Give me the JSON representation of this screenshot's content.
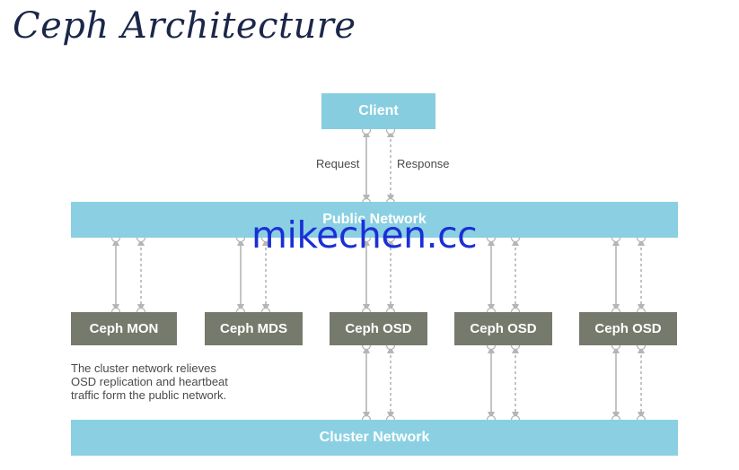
{
  "title": "Ceph Architecture",
  "client": {
    "label": "Client"
  },
  "links": {
    "request": "Request",
    "response": "Response"
  },
  "public_network": {
    "label": "Public Network"
  },
  "cluster_network": {
    "label": "Cluster Network"
  },
  "nodes": [
    "Ceph MON",
    "Ceph MDS",
    "Ceph OSD",
    "Ceph OSD",
    "Ceph OSD"
  ],
  "note": [
    "The cluster network relieves",
    "OSD replication and heartbeat",
    "traffic form the public network."
  ],
  "watermark": "mikechen.cc",
  "colors": {
    "network": "#8ad0e2",
    "node": "#767a6c",
    "connector": "#b5b5b5",
    "title": "#1b2749",
    "watermark": "#1b2fd6"
  }
}
